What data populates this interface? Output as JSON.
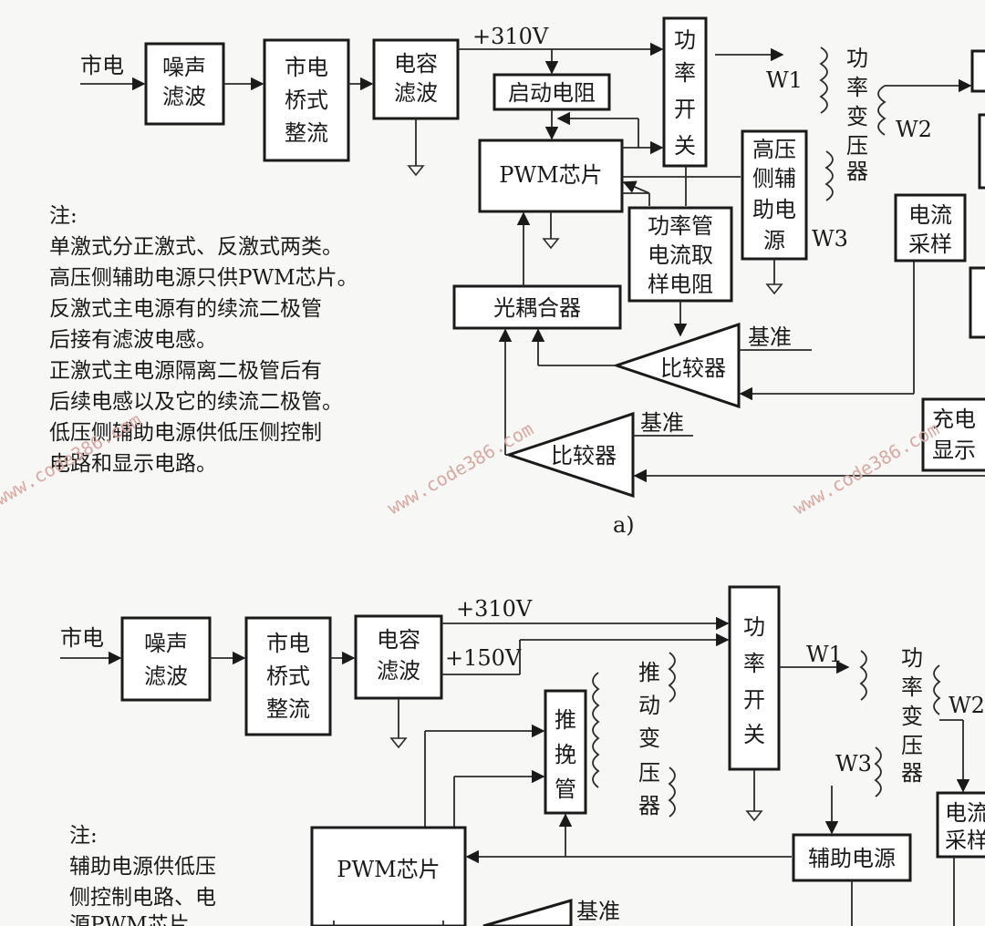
{
  "diagram_a": {
    "caption": "a)",
    "input_label": "市电",
    "voltage": "+310V",
    "blocks": {
      "noise": [
        "噪声",
        "滤波"
      ],
      "bridge": [
        "市电",
        "桥式",
        "整流"
      ],
      "cap": [
        "电容",
        "滤波"
      ],
      "start_resistor": "启动电阻",
      "power_switch": [
        "功",
        "率",
        "开",
        "关"
      ],
      "pwm": "PWM芯片",
      "hv_aux": [
        "高压",
        "侧辅",
        "助电",
        "源"
      ],
      "sense_resistor": [
        "功率管",
        "电流取",
        "样电阻"
      ],
      "optocoupler": "光耦合器",
      "current_sample": [
        "电流",
        "采样"
      ],
      "charge_display": [
        "充电",
        "显示"
      ]
    },
    "transformer": [
      "功",
      "率",
      "变",
      "压",
      "器"
    ],
    "windings": {
      "w1": "W1",
      "w2": "W2",
      "w3": "W3"
    },
    "comparator": "比较器",
    "reference": "基准",
    "notes": [
      "注:",
      "单激式分正激式、反激式两类。",
      "高压侧辅助电源只供PWM芯片。",
      "反激式主电源有的续流二极管",
      "后接有滤波电感。",
      "正激式主电源隔离二极管后有",
      "后续电感以及它的续流二极管。",
      "低压侧辅助电源供低压侧控制",
      "电路和显示电路。"
    ]
  },
  "diagram_b": {
    "input_label": "市电",
    "voltage_310": "+310V",
    "voltage_150": "+150V",
    "blocks": {
      "noise": [
        "噪声",
        "滤波"
      ],
      "bridge": [
        "市电",
        "桥式",
        "整流"
      ],
      "cap": [
        "电容",
        "滤波"
      ],
      "push_pull": [
        "推",
        "挽",
        "管"
      ],
      "power_switch": [
        "功",
        "率",
        "开",
        "关"
      ],
      "pwm": "PWM芯片",
      "aux_power": "辅助电源",
      "current_sample": [
        "电流",
        "采样"
      ]
    },
    "drive_transformer": [
      "推",
      "动",
      "变",
      "压",
      "器"
    ],
    "transformer": [
      "功",
      "率",
      "变",
      "压",
      "器"
    ],
    "windings": {
      "w1": "W1",
      "w2": "W2",
      "w3": "W3"
    },
    "reference": "基准",
    "notes": [
      "注:",
      "辅助电源供低压",
      "侧控制电路、电",
      "源PWM芯片"
    ]
  },
  "watermark": "www.code386.com"
}
